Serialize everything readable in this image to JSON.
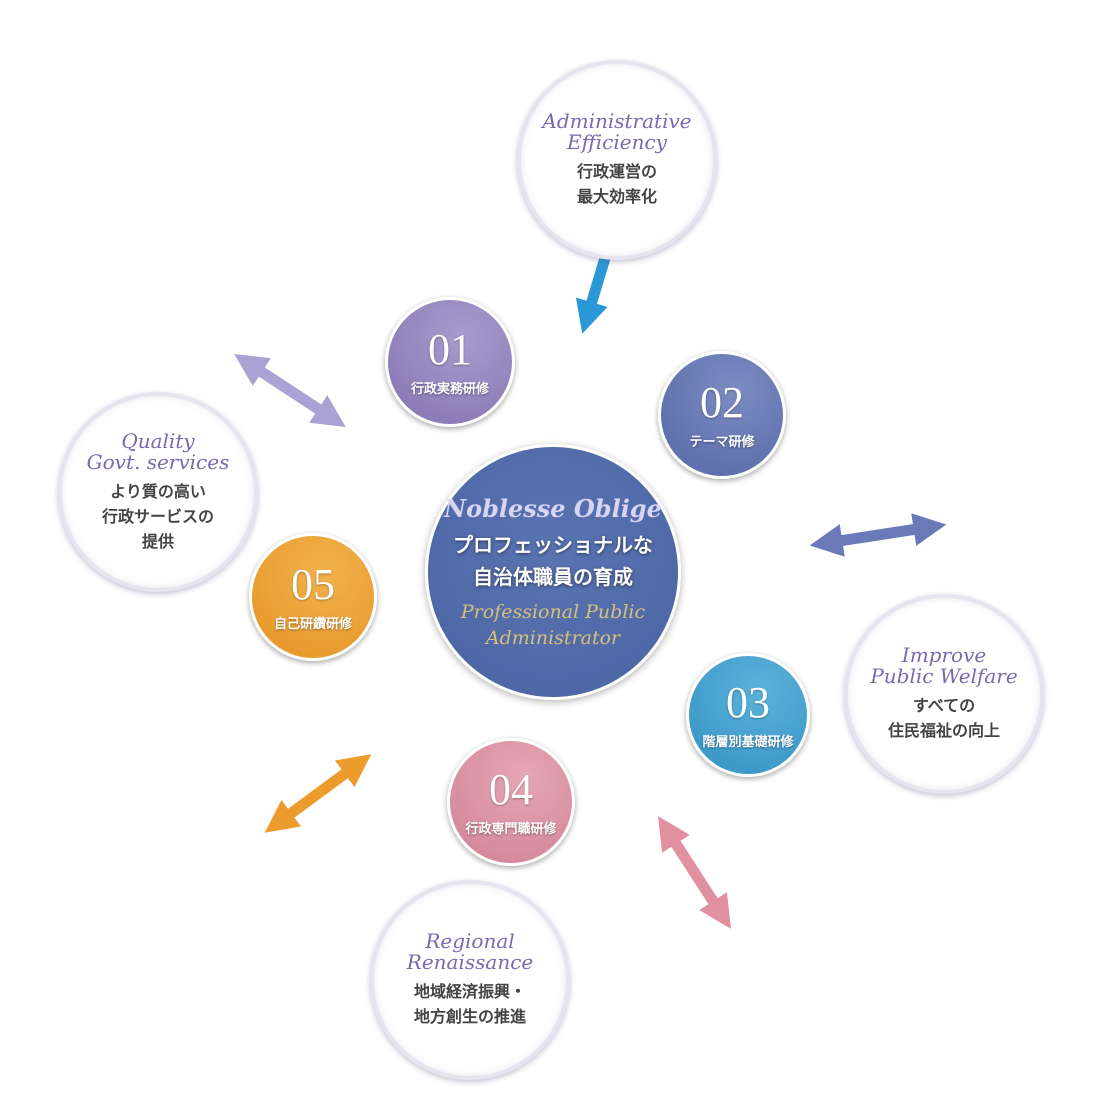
{
  "center": {
    "title_en": "Noblesse Oblige",
    "title_jp_line1": "プロフェッショナルな",
    "title_jp_line2": "自治体職員の育成",
    "subtitle_en_line1": "Professional Public",
    "subtitle_en_line2": "Administrator"
  },
  "programs": [
    {
      "number": "01",
      "label": "行政実務研修",
      "color": "#8e80bb"
    },
    {
      "number": "02",
      "label": "テーマ研修",
      "color": "#6274b0"
    },
    {
      "number": "03",
      "label": "階層別基礎研修",
      "color": "#3f9dcc"
    },
    {
      "number": "04",
      "label": "行政専門職研修",
      "color": "#d78d9e"
    },
    {
      "number": "05",
      "label": "自己研鑽研修",
      "color": "#eb9d2d"
    }
  ],
  "goals": [
    {
      "en_line1": "Administrative",
      "en_line2": "Efficiency",
      "jp_line1": "行政運営の",
      "jp_line2": "最大効率化"
    },
    {
      "en_line1": "Quality",
      "en_line2": "Govt. services",
      "jp_line1": "より質の高い",
      "jp_line2": "行政サービスの",
      "jp_line3": "提供"
    },
    {
      "en_line1": "Improve",
      "en_line2": "Public Welfare",
      "jp_line1": "すべての",
      "jp_line2": "住民福祉の向上"
    },
    {
      "en_line1": "Regional",
      "en_line2": "Renaissance",
      "jp_line1": "地域経済振興・",
      "jp_line2": "地方創生の推進"
    }
  ],
  "arrow_colors": {
    "blue": "#2a98d6",
    "purple": "#aaa2d2",
    "slate": "#6a7ab8",
    "orange": "#ec9b2c",
    "pink": "#e0909e"
  }
}
